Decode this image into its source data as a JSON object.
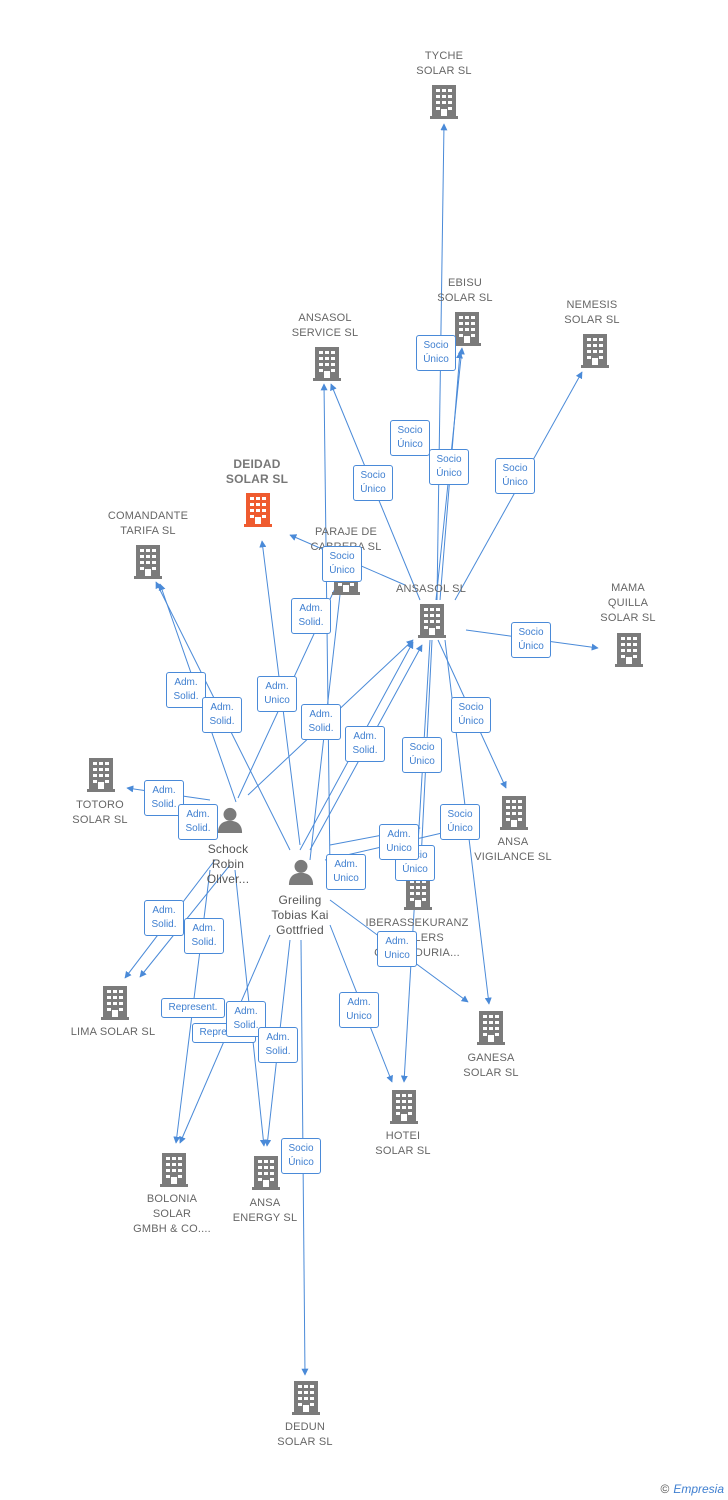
{
  "colors": {
    "edge": "#4a8ad8",
    "building": "#7b7b7b",
    "building_focus": "#ef5b2f",
    "person": "#7b7b7b"
  },
  "nodes": [
    {
      "id": "tyche",
      "label": "TYCHE\nSOLAR  SL",
      "kind": "company",
      "icon": "building-icon"
    },
    {
      "id": "ebisu",
      "label": "EBISU\nSOLAR  SL",
      "kind": "company",
      "icon": "building-icon"
    },
    {
      "id": "nemesis",
      "label": "NEMESIS\nSOLAR  SL",
      "kind": "company",
      "icon": "building-icon"
    },
    {
      "id": "ansasol_service",
      "label": "ANSASOL\nSERVICE  SL",
      "kind": "company",
      "icon": "building-icon"
    },
    {
      "id": "deidad",
      "label": "DEIDAD\nSOLAR  SL",
      "kind": "company-focus",
      "icon": "building-icon"
    },
    {
      "id": "comandante",
      "label": "COMANDANTE\nTARIFA  SL",
      "kind": "company",
      "icon": "building-icon"
    },
    {
      "id": "paraje",
      "label": "PARAJE DE\nCABRERA SL",
      "kind": "company",
      "icon": "building-icon"
    },
    {
      "id": "ansasol",
      "label": "ANSASOL SL",
      "kind": "company",
      "icon": "building-icon"
    },
    {
      "id": "mama_quilla",
      "label": "MAMA\nQUILLA\nSOLAR  SL",
      "kind": "company",
      "icon": "building-icon"
    },
    {
      "id": "totoro",
      "label": "TOTORO\nSOLAR  SL",
      "kind": "company",
      "icon": "building-icon"
    },
    {
      "id": "schock",
      "label": "Schock\nRobin\nOliver...",
      "kind": "person",
      "icon": "person-icon"
    },
    {
      "id": "greiling",
      "label": "Greiling\nTobias Kai\nGottfried",
      "kind": "person",
      "icon": "person-icon"
    },
    {
      "id": "ansa_vigilance",
      "label": "ANSA\nVIGILANCE  SL",
      "kind": "company",
      "icon": "building-icon"
    },
    {
      "id": "iberassekuranz",
      "label": "IBERASSEKURANZ\nMAKLERS\nCORREDURIA...",
      "kind": "company",
      "icon": "building-icon"
    },
    {
      "id": "lima",
      "label": "LIMA SOLAR SL",
      "kind": "company",
      "icon": "building-icon"
    },
    {
      "id": "ganesa",
      "label": "GANESA\nSOLAR  SL",
      "kind": "company",
      "icon": "building-icon"
    },
    {
      "id": "hotei",
      "label": "HOTEI\nSOLAR  SL",
      "kind": "company",
      "icon": "building-icon"
    },
    {
      "id": "bolonia",
      "label": "BOLONIA\nSOLAR\nGMBH & CO....",
      "kind": "company",
      "icon": "building-icon"
    },
    {
      "id": "ansa_energy",
      "label": "ANSA\nENERGY SL",
      "kind": "company",
      "icon": "building-icon"
    },
    {
      "id": "dedun",
      "label": "DEDUN\nSOLAR  SL",
      "kind": "company",
      "icon": "building-icon"
    }
  ],
  "relation_labels": [
    {
      "id": "r1",
      "text": "Socio\nÚnico"
    },
    {
      "id": "r2",
      "text": "Socio\nÚnico"
    },
    {
      "id": "r3",
      "text": "Socio\nÚnico"
    },
    {
      "id": "r4",
      "text": "Socio\nÚnico"
    },
    {
      "id": "r5",
      "text": "Socio\nÚnico"
    },
    {
      "id": "r6",
      "text": "Socio\nÚnico"
    },
    {
      "id": "r7",
      "text": "Socio\nÚnico"
    },
    {
      "id": "r8",
      "text": "Socio\nÚnico"
    },
    {
      "id": "r9",
      "text": "Socio\nÚnico"
    },
    {
      "id": "r10",
      "text": "Socio\nÚnico"
    },
    {
      "id": "r11",
      "text": "Socio\nÚnico"
    },
    {
      "id": "r12",
      "text": "Socio\nÚnico"
    },
    {
      "id": "r13",
      "text": "Adm.\nSolid."
    },
    {
      "id": "r14",
      "text": "Adm.\nSolid."
    },
    {
      "id": "r15",
      "text": "Adm.\nSolid."
    },
    {
      "id": "r16",
      "text": "Adm.\nUnico"
    },
    {
      "id": "r17",
      "text": "Adm.\nSolid."
    },
    {
      "id": "r18",
      "text": "Adm.\nSolid."
    },
    {
      "id": "r19",
      "text": "Adm.\nSolid."
    },
    {
      "id": "r20",
      "text": "Adm.\nSolid."
    },
    {
      "id": "r21",
      "text": "Adm.\nSolid."
    },
    {
      "id": "r22",
      "text": "Adm.\nSolid."
    },
    {
      "id": "r23",
      "text": "Adm.\nUnico"
    },
    {
      "id": "r24",
      "text": "Adm.\nUnico"
    },
    {
      "id": "r25",
      "text": "Adm.\nUnico"
    },
    {
      "id": "r26",
      "text": "Adm.\nUnico"
    },
    {
      "id": "r27",
      "text": "Represent."
    },
    {
      "id": "r28",
      "text": "Represent."
    },
    {
      "id": "r29",
      "text": "Adm.\nSolid."
    },
    {
      "id": "r30",
      "text": "Adm.\nSolid."
    }
  ],
  "footer": {
    "copyright": "©",
    "brand": "Empresia"
  }
}
